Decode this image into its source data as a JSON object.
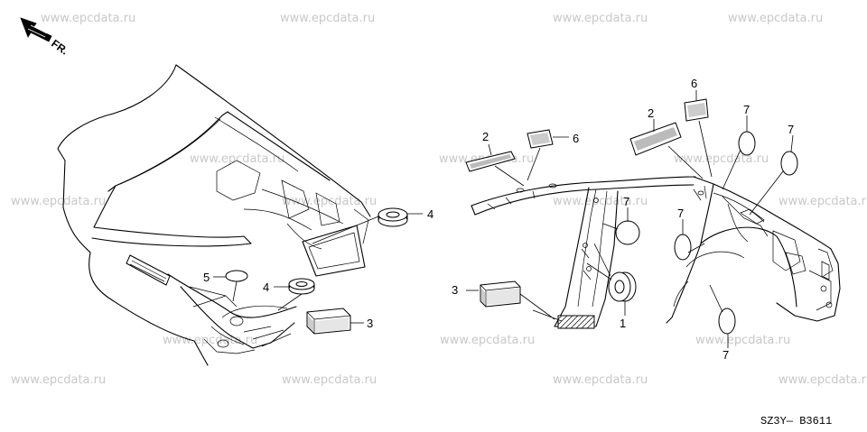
{
  "watermark": "www.epcdata.ru",
  "direction_label": "FR.",
  "diagram_code": "SZ3Y— B3611",
  "callouts": {
    "left_4_upper": "4",
    "left_5": "5",
    "left_4_lower": "4",
    "left_3": "3",
    "right_2_a": "2",
    "right_6_a": "6",
    "right_2_b": "2",
    "right_6_b": "6",
    "right_7_a": "7",
    "right_7_b": "7",
    "right_7_c": "7",
    "right_7_d": "7",
    "right_7_e": "7",
    "right_3": "3",
    "right_1": "1"
  }
}
